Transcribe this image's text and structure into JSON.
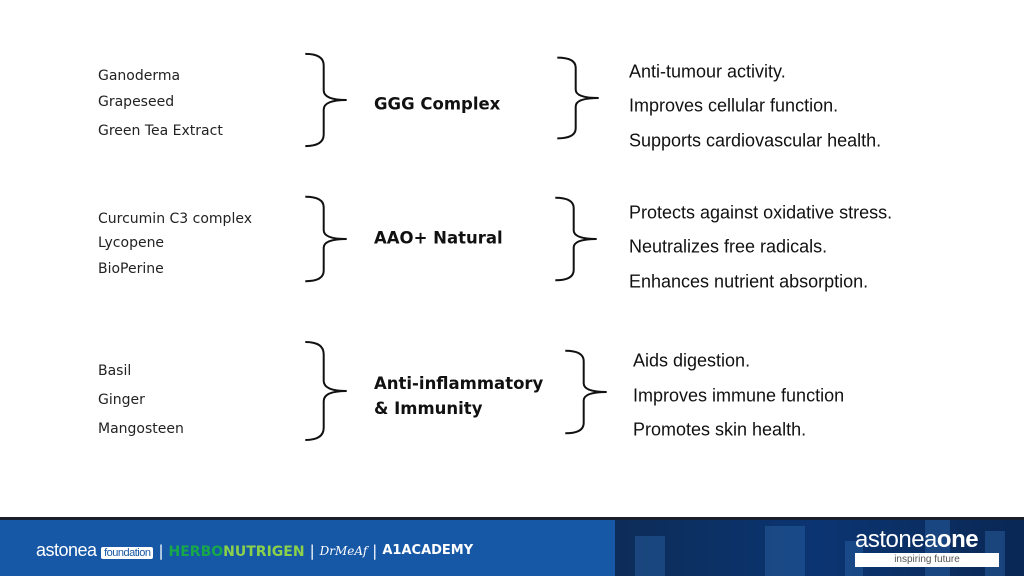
{
  "groups": [
    {
      "ingredients": [
        "Ganoderma",
        "Grapeseed",
        "Green Tea Extract"
      ],
      "label": [
        "GGG Complex"
      ],
      "benefits": [
        "Anti-tumour activity.",
        "Improves cellular function.",
        "Supports cardiovascular health."
      ]
    },
    {
      "ingredients": [
        "Curcumin C3 complex",
        "Lycopene",
        "BioPerine"
      ],
      "label": [
        "AAO+ Natural"
      ],
      "benefits": [
        "Protects against oxidative stress.",
        "Neutralizes free radicals.",
        "Enhances nutrient absorption."
      ]
    },
    {
      "ingredients": [
        "Basil",
        "Ginger",
        "Mangosteen"
      ],
      "label": [
        "Anti-inflammatory",
        "& Immunity"
      ],
      "benefits": [
        "Aids digestion.",
        "Improves immune function",
        "Promotes skin health."
      ]
    }
  ],
  "footer": {
    "astonea": "astonea",
    "foundation": "foundation",
    "sep": "|",
    "herbo": "HERBO",
    "nutrigen": "NUTRIGEN",
    "drmeaf": "DrMeAf",
    "academy": "ACADEMY",
    "a1": "A1",
    "brand_left": "astonea",
    "brand_right": "one",
    "tagline": "inspiring future"
  },
  "colors": {
    "footer_bg": "#1657a6",
    "herbo": "#18a84a",
    "nutrigen": "#8bd14a"
  }
}
